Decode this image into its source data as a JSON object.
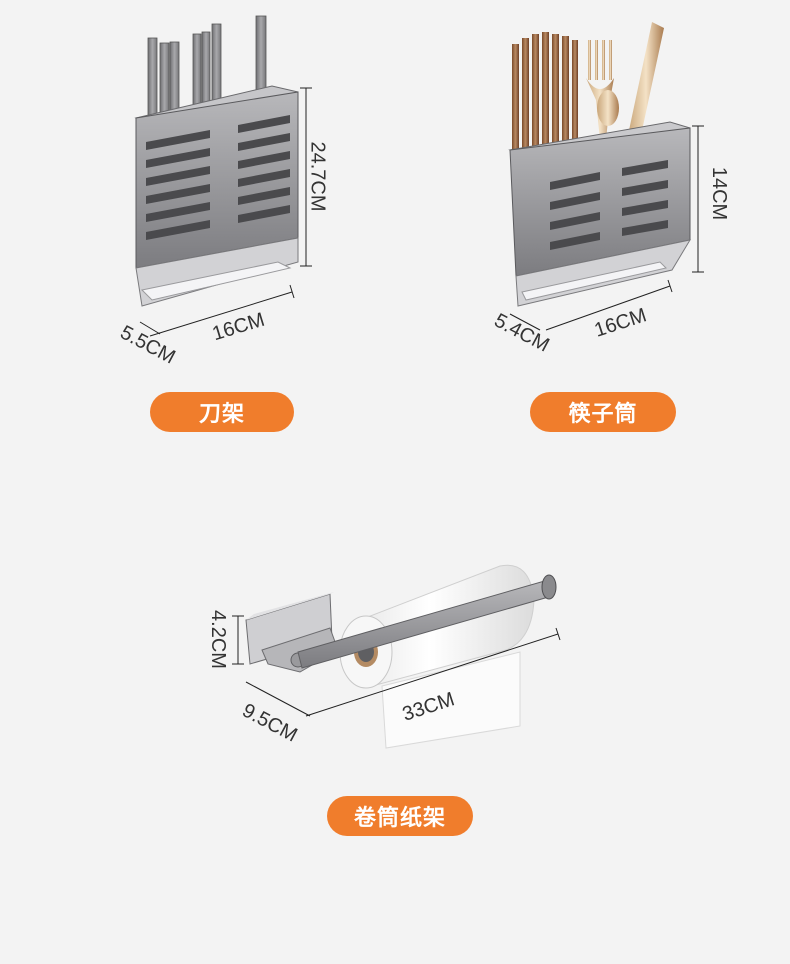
{
  "products": [
    {
      "label": "刀架",
      "dims": {
        "height": "24.7CM",
        "width": "16CM",
        "depth": "5.5CM"
      }
    },
    {
      "label": "筷子筒",
      "dims": {
        "height": "14CM",
        "width": "16CM",
        "depth": "5.4CM"
      }
    },
    {
      "label": "卷筒纸架",
      "dims": {
        "height": "4.2CM",
        "width": "33CM",
        "depth": "9.5CM"
      }
    }
  ],
  "colors": {
    "accent": "#f07d2c",
    "background": "#f3f3f3",
    "metal": "#8a8a8c"
  }
}
